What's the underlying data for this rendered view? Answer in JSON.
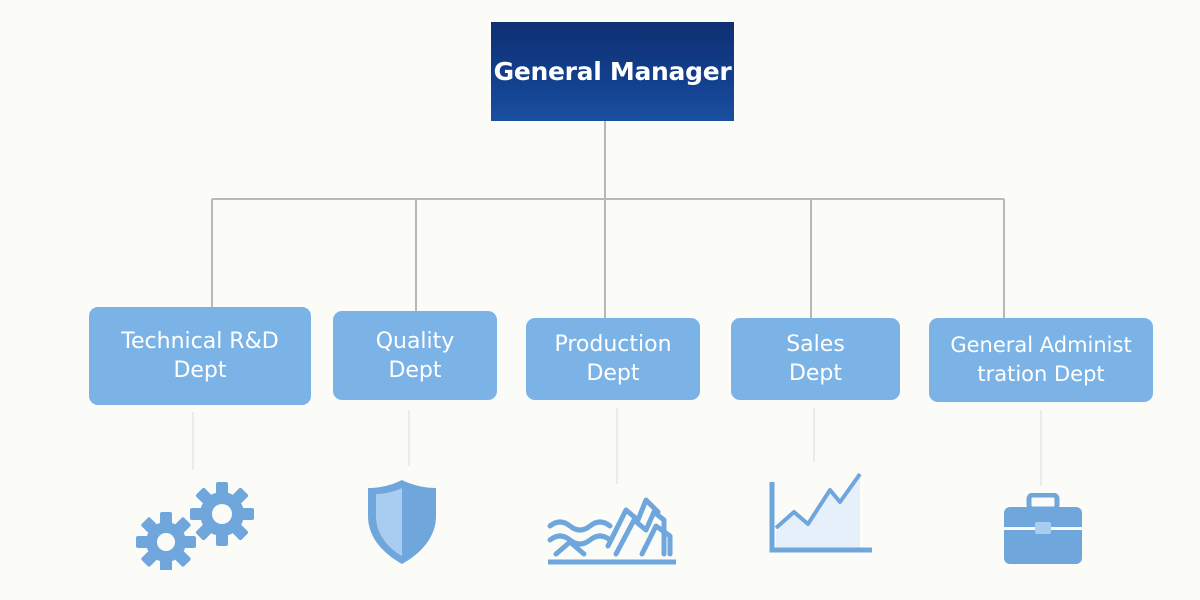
{
  "org_chart": {
    "root": {
      "label": "General Manager"
    },
    "departments": [
      {
        "label": "Technical R&D\nDept",
        "icon": "gears-icon"
      },
      {
        "label": "Quality\nDept",
        "icon": "shield-icon"
      },
      {
        "label": "Production\nDept",
        "icon": "production-icon"
      },
      {
        "label": "Sales\nDept",
        "icon": "line-chart-icon"
      },
      {
        "label": "General Administ\ntration Dept",
        "icon": "briefcase-icon"
      }
    ]
  },
  "colors": {
    "background": "#fbfcf8",
    "root_fill": "#12408e",
    "dept_fill": "#7cb3e7",
    "connector": "#b8b8b8",
    "icon_fill": "#6fa6dc"
  }
}
